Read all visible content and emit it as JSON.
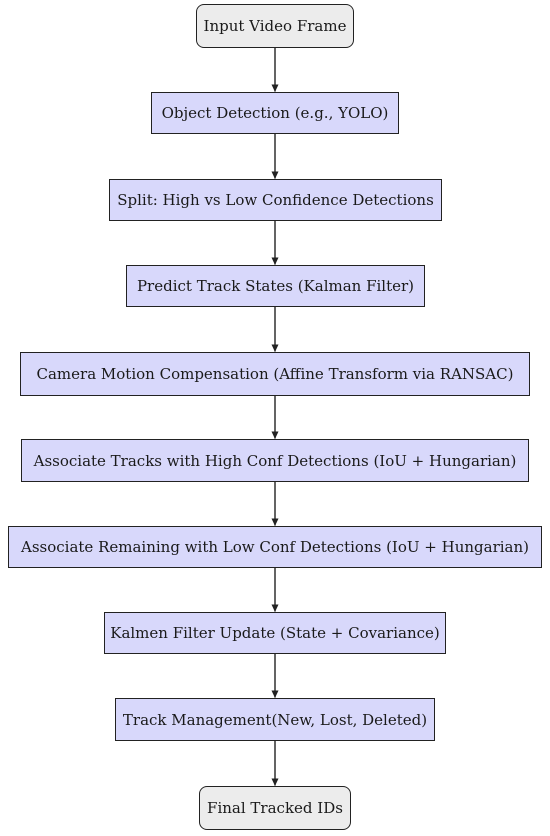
{
  "colors": {
    "process_fill": "#d8d8fb",
    "terminal_fill": "#ececec",
    "border": "#222222"
  },
  "nodes": [
    {
      "id": "input-video-frame",
      "label": "Input Video Frame",
      "kind": "terminal"
    },
    {
      "id": "object-detection",
      "label": "Object Detection (e.g., YOLO)",
      "kind": "process"
    },
    {
      "id": "split-confidence",
      "label": "Split: High vs Low Confidence Detections",
      "kind": "process"
    },
    {
      "id": "predict-track-states",
      "label": "Predict Track States (Kalman Filter)",
      "kind": "process"
    },
    {
      "id": "camera-motion-compensation",
      "label": "Camera Motion Compensation (Affine Transform via RANSAC)",
      "kind": "process"
    },
    {
      "id": "associate-high-conf",
      "label": "Associate Tracks with High Conf Detections (IoU + Hungarian)",
      "kind": "process"
    },
    {
      "id": "associate-low-conf",
      "label": "Associate Remaining with Low Conf Detections (IoU + Hungarian)",
      "kind": "process"
    },
    {
      "id": "kalman-filter-update",
      "label": "Kalmen Filter Update (State + Covariance)",
      "kind": "process"
    },
    {
      "id": "track-management",
      "label": "Track Management(New, Lost, Deleted)",
      "kind": "process"
    },
    {
      "id": "final-tracked-ids",
      "label": "Final Tracked IDs",
      "kind": "terminal"
    }
  ]
}
